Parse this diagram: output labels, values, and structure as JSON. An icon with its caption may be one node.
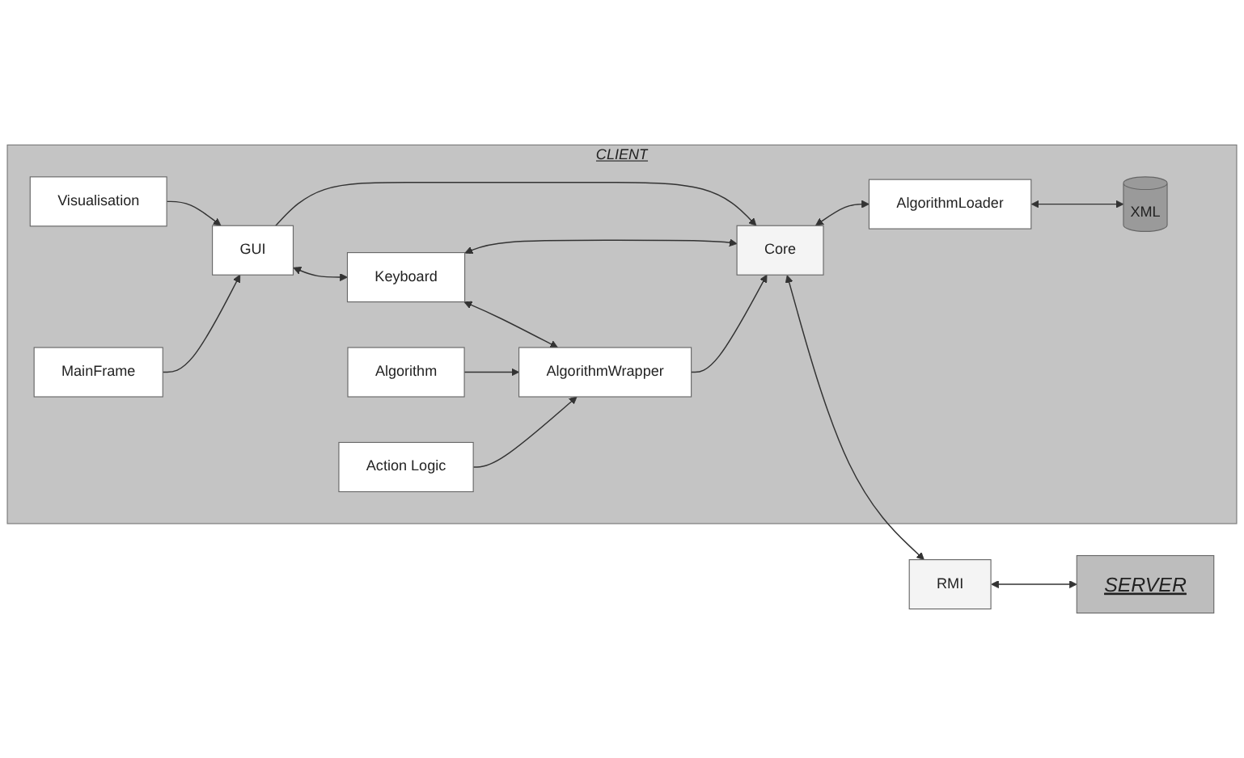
{
  "diagram": {
    "nodes": [
      {
        "text": [
          "CLIENT"
        ]
      },
      {
        "text": [
          "Visualisation"
        ],
        "in": 0
      },
      {
        "text": [
          "MainFrame"
        ],
        "in": 0
      },
      {
        "text": [
          "GUI"
        ],
        "in": 0
      },
      {
        "text": [
          "Keyboard"
        ],
        "in": 0
      },
      {
        "text": [
          "Core"
        ],
        "in": 0
      },
      {
        "text": [
          "AlgorithmWrapper"
        ],
        "in": 0
      },
      {
        "text": [
          "AlgorithmLoader"
        ],
        "in": 0
      },
      {
        "text": [
          "Algorithm"
        ],
        "in": 0
      },
      {
        "text": [
          "Action Logic"
        ],
        "in": 0
      },
      {
        "text": [
          "XML"
        ],
        "in": 0
      },
      {
        "text": [
          "RMI"
        ]
      },
      {
        "text": [
          "SERVER"
        ]
      }
    ],
    "edges": [
      {
        "from": 1,
        "to": 3,
        "arrow": "to"
      },
      {
        "from": 2,
        "to": 3,
        "arrow": "to"
      },
      {
        "from": 3,
        "to": 4,
        "arrow": "both"
      },
      {
        "from": 3,
        "to": 5,
        "arrow": "to"
      },
      {
        "from": 4,
        "to": 5,
        "arrow": "both"
      },
      {
        "from": 4,
        "to": 6,
        "arrow": "both"
      },
      {
        "from": 6,
        "to": 5,
        "arrow": "to"
      },
      {
        "from": 8,
        "to": 6,
        "arrow": "to"
      },
      {
        "from": 9,
        "to": 6,
        "arrow": "to"
      },
      {
        "from": 5,
        "to": 7,
        "arrow": "both"
      },
      {
        "from": 7,
        "to": 10,
        "arrow": "both"
      },
      {
        "from": 5,
        "to": 11,
        "arrow": "both"
      },
      {
        "from": 11,
        "to": 12,
        "arrow": "both"
      }
    ]
  }
}
